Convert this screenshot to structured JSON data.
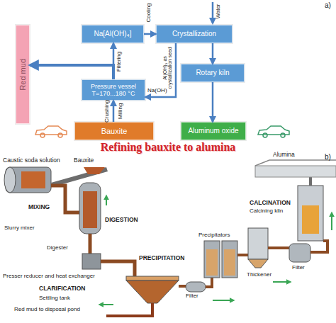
{
  "diagram": {
    "title": "Refining bauxite to alumina",
    "nodes": [
      {
        "text": [
          "Red mud"
        ]
      },
      {
        "text": [
          "Na[Al(OH)₄]"
        ]
      },
      {
        "text": [
          "Crystallization"
        ]
      },
      {
        "text": [
          "Pressure vessel",
          "T=170...180 °C"
        ]
      },
      {
        "text": [
          "Rotary kiln"
        ]
      },
      {
        "text": [
          "Bauxite"
        ]
      },
      {
        "text": [
          "Aluminum oxide"
        ]
      }
    ],
    "edges": [
      {
        "from": 1,
        "to": 2,
        "arrow": "to",
        "label": "Cooling"
      },
      {
        "from": 3,
        "to": 1,
        "arrow": "to",
        "label": "Filtering"
      },
      {
        "from": 3,
        "to": 0,
        "arrow": "to"
      },
      {
        "from": 2,
        "to": 3,
        "arrow": "to",
        "label": "Al(OH)₃ as crystallization seed"
      },
      {
        "from": 2,
        "to": 4,
        "arrow": "to"
      },
      {
        "from": 4,
        "to": 6,
        "arrow": "to"
      },
      {
        "from": 5,
        "to": 3,
        "arrow": "to",
        "label": "Crushing"
      }
    ],
    "labels": [
      "a)",
      "Water",
      "Na(OH)",
      "Milling",
      "b)",
      "Caustic soda solution",
      "Bauxite",
      "Alumina",
      "MIXING",
      "Slurry mixer",
      "DIGESTION",
      "CALCINATION",
      "Calcining klin",
      "Digester",
      "Precipitators",
      "PRECIPITATION",
      "Presser reducer and heat exchanger",
      "Thickener",
      "Filter",
      "CLARIFICATION",
      "Filter",
      "Settling tank",
      "Red mud to disposal pond"
    ]
  }
}
